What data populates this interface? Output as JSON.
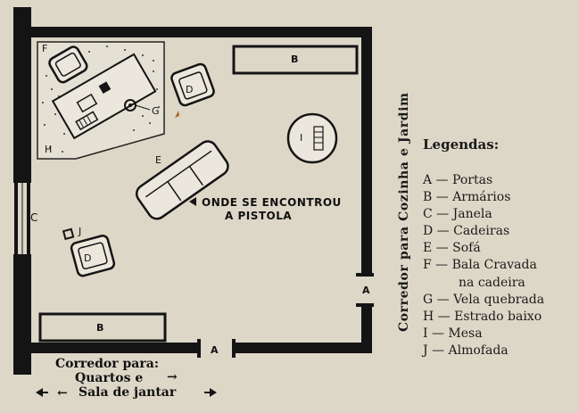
{
  "plan": {
    "labels": {
      "door_bottom": "A",
      "door_right": "A",
      "wardrobe_top": "B",
      "wardrobe_bottom": "B",
      "window": "C",
      "chair_top": "D",
      "chair_bottom": "D",
      "sofa": "E",
      "chair_f": "F",
      "candle": "G",
      "platform": "H",
      "table": "I",
      "cushion": "J"
    },
    "pistol_note": {
      "line1": "ONDE SE ENCONTROU",
      "line2": "A PISTOLA"
    },
    "corridor_right": "Corredor para Cozinha e Jardim",
    "corridor_bottom": {
      "line1": "Corredor para:",
      "line2": "Quartos e",
      "line3": "Sala de jantar"
    }
  },
  "legend": {
    "title": "Legendas:",
    "items": [
      "A — Portas",
      "B — Armários",
      "C — Janela",
      "D — Cadeiras",
      "E — Sofá",
      "F — Bala Cravada",
      "na cadeira",
      "G — Vela quebrada",
      "H — Estrado baixo",
      "I — Mesa",
      "J — Almofada"
    ]
  }
}
